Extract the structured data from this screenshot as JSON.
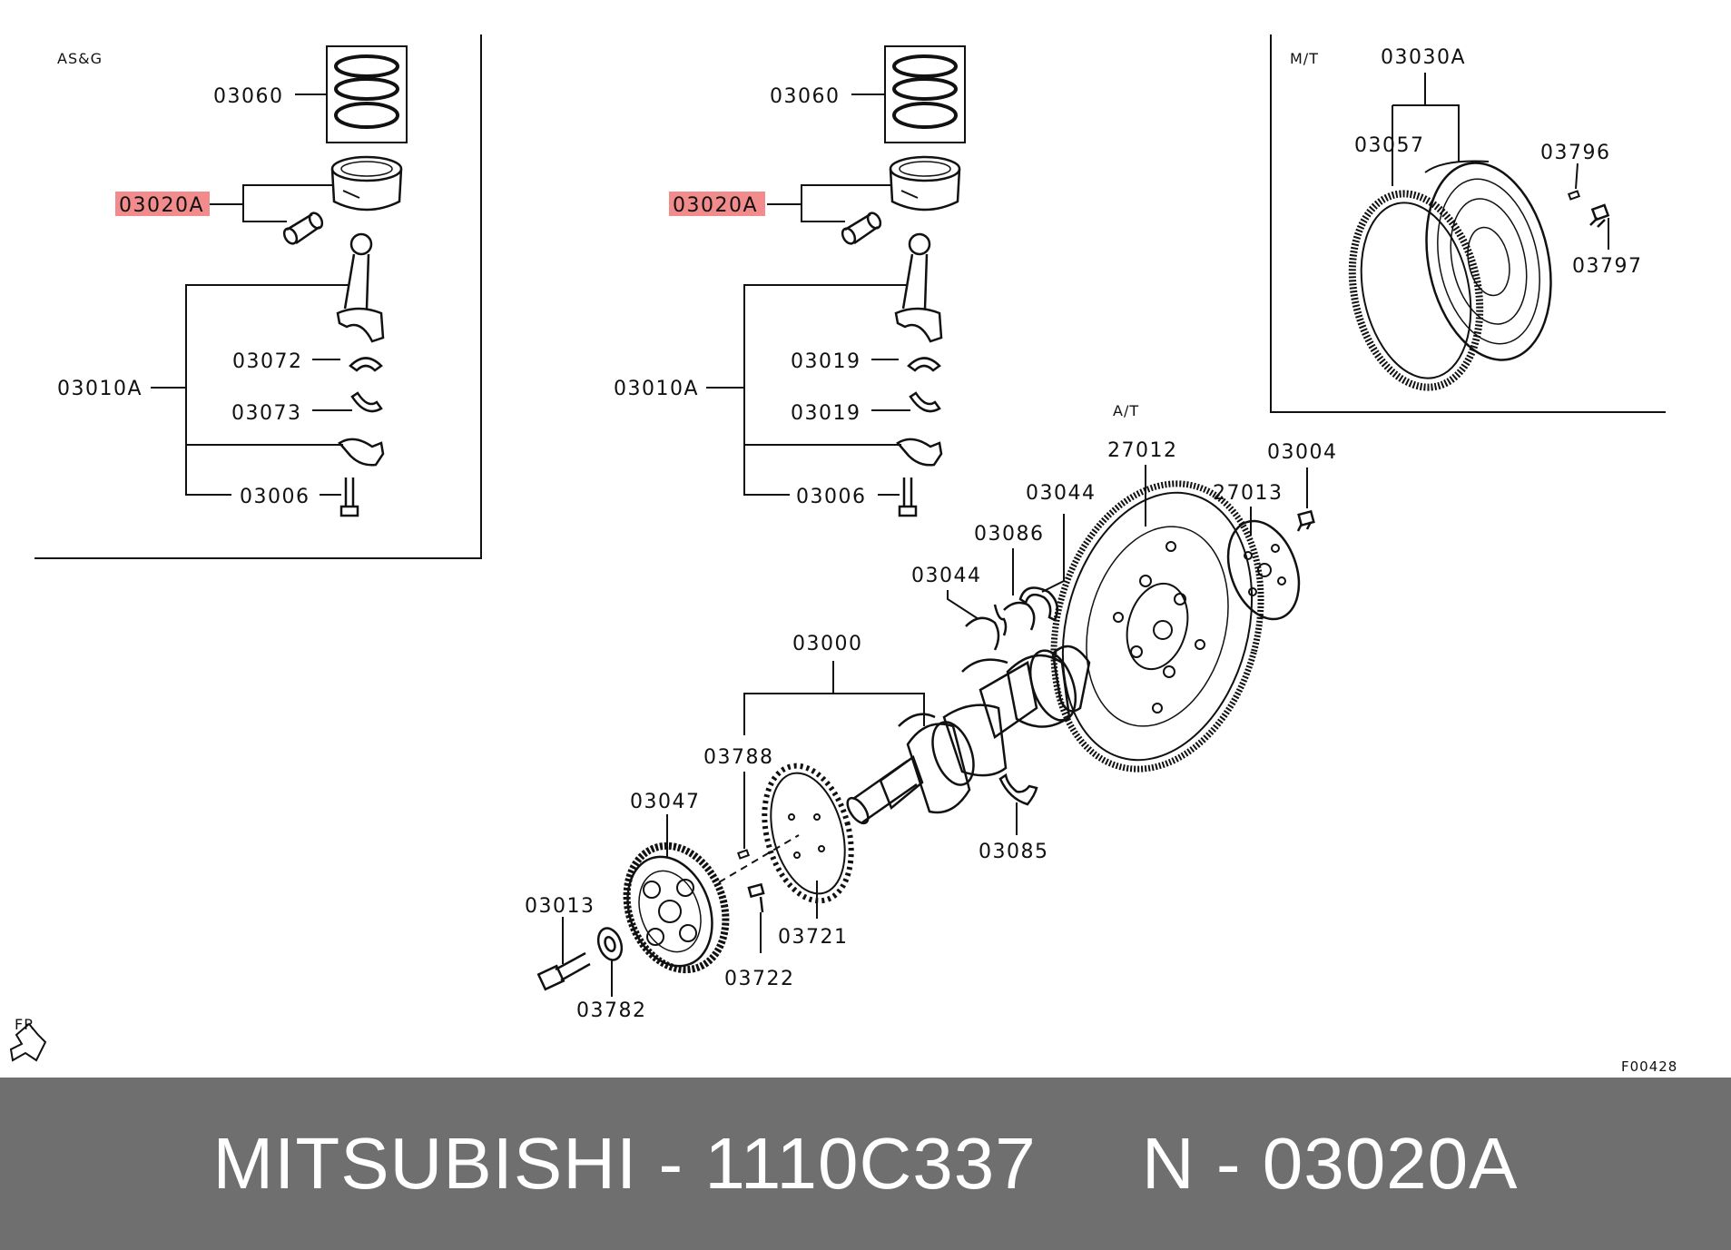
{
  "diagram": {
    "sections": {
      "left_variant": "AS&G",
      "manual_trans": "M/T",
      "auto_trans": "A/T"
    },
    "highlight_color": "#f28b8b",
    "labels": {
      "l_03060": "03060",
      "l_03020a": "03020A",
      "l_03010a": "03010A",
      "l_03072": "03072",
      "l_03073": "03073",
      "l_03006": "03006",
      "m_03060": "03060",
      "m_03020a": "03020A",
      "m_03010a": "03010A",
      "m_03019a": "03019",
      "m_03019b": "03019",
      "m_03006": "03006",
      "r_03030a": "03030A",
      "r_03057": "03057",
      "r_03796": "03796",
      "r_03797": "03797",
      "a_27012": "27012",
      "a_03004": "03004",
      "a_27013": "27013",
      "a_03044a": "03044",
      "a_03086": "03086",
      "a_03044b": "03044",
      "a_03000": "03000",
      "a_03788": "03788",
      "a_03047": "03047",
      "a_03013": "03013",
      "a_03721": "03721",
      "a_03722": "03722",
      "a_03782": "03782",
      "a_03085": "03085",
      "fr": "FR",
      "figure_code": "F00428"
    }
  },
  "footer": {
    "text": "MITSUBISHI - 1110C337     N - 03020A"
  }
}
